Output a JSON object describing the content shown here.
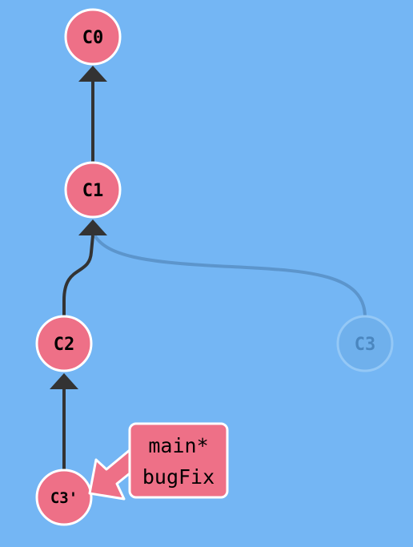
{
  "colors": {
    "background": "#74b6f4",
    "commit_fill": "#ee7087",
    "commit_stroke": "#ffffff",
    "edge": "#333333",
    "ghost_edge": "#5c95cc",
    "ghost_fill": "#6fb0ec",
    "ghost_stroke": "#94c8f6",
    "ghost_text": "#4a86bf",
    "label_fill": "#ee7087"
  },
  "commits": {
    "c0": {
      "label": "C0"
    },
    "c1": {
      "label": "C1"
    },
    "c2": {
      "label": "C2"
    },
    "c3": {
      "label": "C3",
      "ghost": true
    },
    "c3p": {
      "label": "C3'"
    }
  },
  "branch_label": {
    "line1": "main*",
    "line2": "bugFix"
  }
}
